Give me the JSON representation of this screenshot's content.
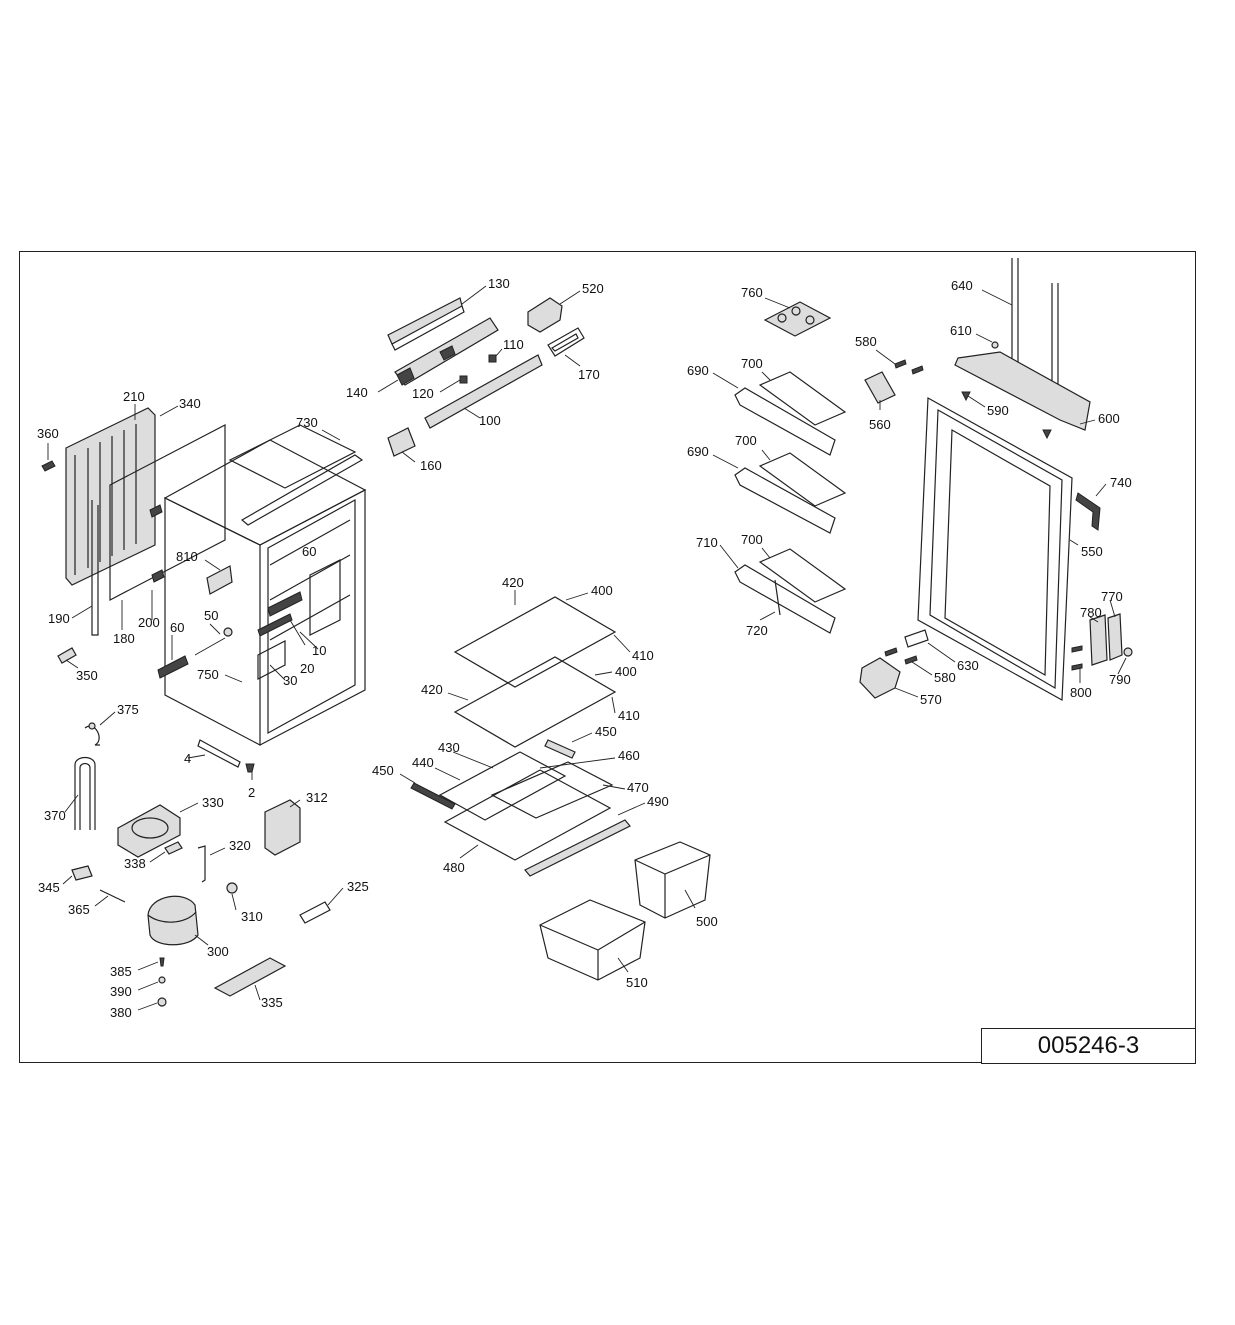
{
  "drawing_number": "005246-3",
  "callouts": {
    "c130": "130",
    "c520": "520",
    "c110": "110",
    "c140": "140",
    "c120": "120",
    "c170": "170",
    "c100": "100",
    "c160": "160",
    "c210": "210",
    "c340": "340",
    "c360": "360",
    "c730": "730",
    "c810": "810",
    "c60a": "60",
    "c60b": "60",
    "c50": "50",
    "c190": "190",
    "c180": "180",
    "c200": "200",
    "c20": "20",
    "c10": "10",
    "c30": "30",
    "c750": "750",
    "c350": "350",
    "c375": "375",
    "c4": "4",
    "c2": "2",
    "c370": "370",
    "c330": "330",
    "c312": "312",
    "c338": "338",
    "c320": "320",
    "c345": "345",
    "c365": "365",
    "c310": "310",
    "c325": "325",
    "c300": "300",
    "c385": "385",
    "c390": "390",
    "c380": "380",
    "c335": "335",
    "c420a": "420",
    "c400a": "400",
    "c410a": "410",
    "c420b": "420",
    "c400b": "400",
    "c410b": "410",
    "c450a": "450",
    "c430": "430",
    "c440": "440",
    "c460": "460",
    "c450b": "450",
    "c470": "470",
    "c490": "490",
    "c480": "480",
    "c500": "500",
    "c510": "510",
    "c760": "760",
    "c580a": "580",
    "c690a": "690",
    "c700a": "700",
    "c560": "560",
    "c690b": "690",
    "c700b": "700",
    "c710": "710",
    "c700c": "700",
    "c720": "720",
    "c640": "640",
    "c610": "610",
    "c590": "590",
    "c600": "600",
    "c740": "740",
    "c550": "550",
    "c770": "770",
    "c780": "780",
    "c630": "630",
    "c580b": "580",
    "c570": "570",
    "c800": "800",
    "c790": "790"
  }
}
